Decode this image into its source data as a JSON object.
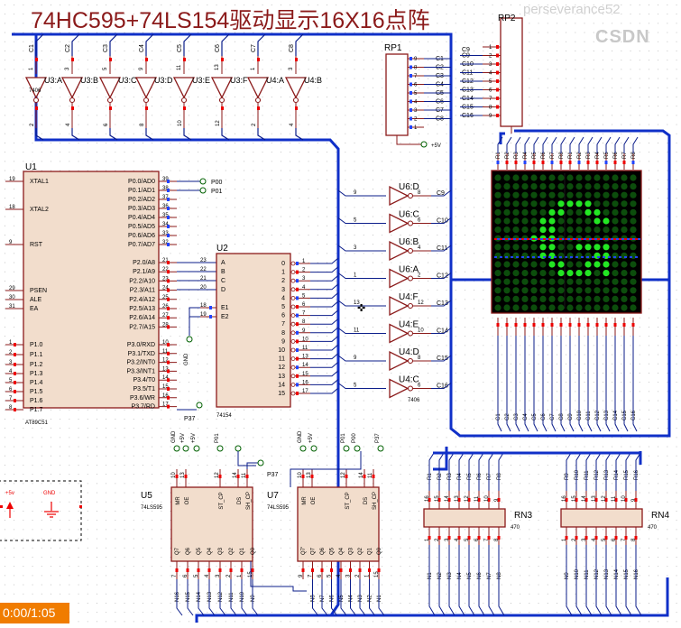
{
  "title": "74HC595+74LS154驱动显示16X16点阵",
  "timer": "0:00/1:05",
  "watermark": {
    "user": "perseverance52",
    "site": "CSDN"
  },
  "colors": {
    "wire": "#0b1d8a",
    "bus": "#1030c8",
    "chip": "#8b1a1a",
    "title": "#8b1a1a",
    "led_on": "#23e623",
    "led_off": "#0c4d0c"
  },
  "u1": {
    "ref": "U1",
    "part": "AT89C51",
    "left_pins": [
      {
        "n": "19",
        "name": "XTAL1"
      },
      {
        "n": "18",
        "name": "XTAL2"
      },
      {
        "n": "9",
        "name": "RST"
      },
      {
        "n": "29",
        "name": "PSEN"
      },
      {
        "n": "30",
        "name": "ALE"
      },
      {
        "n": "31",
        "name": "EA"
      },
      {
        "n": "1",
        "name": "P1.0"
      },
      {
        "n": "2",
        "name": "P1.1"
      },
      {
        "n": "3",
        "name": "P1.2"
      },
      {
        "n": "4",
        "name": "P1.3"
      },
      {
        "n": "5",
        "name": "P1.4"
      },
      {
        "n": "6",
        "name": "P1.5"
      },
      {
        "n": "7",
        "name": "P1.6"
      },
      {
        "n": "8",
        "name": "P1.7"
      }
    ],
    "right_pins": [
      {
        "n": "39",
        "name": "P0.0/AD0"
      },
      {
        "n": "38",
        "name": "P0.1/AD1"
      },
      {
        "n": "37",
        "name": "P0.2/AD2"
      },
      {
        "n": "36",
        "name": "P0.3/AD3"
      },
      {
        "n": "35",
        "name": "P0.4/AD4"
      },
      {
        "n": "34",
        "name": "P0.5/AD5"
      },
      {
        "n": "33",
        "name": "P0.6/AD6"
      },
      {
        "n": "32",
        "name": "P0.7/AD7"
      },
      {
        "n": "21",
        "name": "P2.0/A8"
      },
      {
        "n": "22",
        "name": "P2.1/A9"
      },
      {
        "n": "23",
        "name": "P2.2/A10"
      },
      {
        "n": "24",
        "name": "P2.3/A11"
      },
      {
        "n": "25",
        "name": "P2.4/A12"
      },
      {
        "n": "26",
        "name": "P2.5/A13"
      },
      {
        "n": "27",
        "name": "P2.6/A14"
      },
      {
        "n": "28",
        "name": "P2.7/A15"
      },
      {
        "n": "10",
        "name": "P3.0/RXD"
      },
      {
        "n": "11",
        "name": "P3.1/TXD"
      },
      {
        "n": "12",
        "name": "P3.2/INT0"
      },
      {
        "n": "13",
        "name": "P3.3/INT1"
      },
      {
        "n": "14",
        "name": "P3.4/T0"
      },
      {
        "n": "15",
        "name": "P3.5/T1"
      },
      {
        "n": "16",
        "name": "P3.6/WR"
      },
      {
        "n": "17",
        "name": "P3.7/RD"
      }
    ],
    "p0_labels": [
      "P00",
      "P01"
    ],
    "p37_label": "P37"
  },
  "u2": {
    "ref": "U2",
    "part": "74154",
    "left_pins": [
      {
        "n": "23",
        "name": "A"
      },
      {
        "n": "22",
        "name": "B"
      },
      {
        "n": "21",
        "name": "C"
      },
      {
        "n": "20",
        "name": "D"
      },
      {
        "n": "18",
        "name": "E1"
      },
      {
        "n": "19",
        "name": "E2"
      }
    ],
    "outputs": [
      "0",
      "1",
      "2",
      "3",
      "4",
      "5",
      "6",
      "7",
      "8",
      "9",
      "10",
      "11",
      "12",
      "13",
      "14",
      "15"
    ],
    "output_pins": [
      "1",
      "2",
      "3",
      "4",
      "5",
      "6",
      "7",
      "8",
      "9",
      "10",
      "11",
      "13",
      "14",
      "15",
      "16",
      "17"
    ],
    "gnd_label": "GND"
  },
  "top_inverters": {
    "refs": [
      "U3:A",
      "U3:B",
      "U3:C",
      "U3:D",
      "U3:E",
      "U3:F",
      "U4:A",
      "U4:B"
    ],
    "in_pins": [
      "1",
      "3",
      "5",
      "9",
      "11",
      "13",
      "1",
      "3"
    ],
    "out_pins": [
      "2",
      "4",
      "6",
      "8",
      "10",
      "12",
      "2",
      "4"
    ],
    "nets": [
      "C1",
      "C2",
      "C3",
      "C4",
      "C5",
      "C6",
      "C7",
      "C8"
    ],
    "part": "7406"
  },
  "right_inverters": {
    "refs": [
      "U6:D",
      "U6:C",
      "U6:B",
      "U6:A",
      "U4:F",
      "U4:E",
      "U4:D",
      "U4:C"
    ],
    "in_pins": [
      "9",
      "5",
      "3",
      "1",
      "13",
      "11",
      "9",
      "5"
    ],
    "out_pins": [
      "8",
      "6",
      "4",
      "2",
      "12",
      "10",
      "8",
      "6"
    ],
    "nets": [
      "C9",
      "C10",
      "C11",
      "C12",
      "C13",
      "C14",
      "C15",
      "C16"
    ],
    "part": "7406"
  },
  "rp1": {
    "ref": "RP1",
    "pins": [
      "9",
      "8",
      "7",
      "6",
      "5",
      "4",
      "3",
      "2",
      "1"
    ],
    "nets": [
      "C1",
      "C2",
      "C3",
      "C4",
      "C5",
      "C6",
      "C7",
      "C8"
    ],
    "vcc": "+5V"
  },
  "rp2": {
    "ref": "RP2",
    "pins": [
      "1",
      "2",
      "3",
      "4",
      "5",
      "6",
      "7",
      "8",
      "9"
    ],
    "nets": [
      "C9",
      "C10",
      "C11",
      "C12",
      "C13",
      "C14",
      "C15",
      "C16"
    ]
  },
  "matrix": {
    "top_labels": [
      "R1",
      "R2",
      "R3",
      "R4",
      "R5",
      "R6",
      "R7",
      "R8",
      "R1",
      "R2",
      "R3",
      "R4",
      "R5",
      "R6",
      "R7",
      "R8"
    ],
    "bottom_labels": [
      "C1",
      "C2",
      "C3",
      "C4",
      "C5",
      "C6",
      "C7",
      "C8",
      "C9",
      "C10",
      "C11",
      "C12",
      "C13",
      "C14",
      "C15",
      "C16"
    ],
    "rows": [
      "0000000000000000",
      "0000000000000000",
      "0000000000000000",
      "0000000111100000",
      "0000001100110000",
      "0000011000011000",
      "0000011000000000",
      "0000111000000000",
      "0000011001111000",
      "0000011000011000",
      "0000001100111000",
      "0000000111101000",
      "0000000000000000",
      "0000000000000000",
      "0000000000000000",
      "0000000000000000"
    ]
  },
  "u5": {
    "ref": "U5",
    "part": "74LS595",
    "top_pins": [
      {
        "n": "10",
        "name": "MR"
      },
      {
        "n": "13",
        "name": "OE"
      },
      {
        "n": "12",
        "name": "ST_CP"
      },
      {
        "n": "14",
        "name": "DS"
      },
      {
        "n": "11",
        "name": "SH_CP"
      }
    ],
    "top_nets": [
      "GND",
      "+5V",
      "P01",
      "P37"
    ],
    "bottom_pins": [
      "7",
      "6",
      "5",
      "4",
      "3",
      "2",
      "1",
      "15"
    ],
    "outputs": [
      "Q7",
      "Q6",
      "Q5",
      "Q4",
      "Q3",
      "Q2",
      "Q1",
      "Q0"
    ],
    "nets": [
      "N16",
      "N15",
      "N14",
      "N13",
      "N12",
      "N11",
      "N10",
      "N9"
    ]
  },
  "u7": {
    "ref": "U7",
    "part": "74LS595",
    "top_pins": [
      {
        "n": "10",
        "name": "MR"
      },
      {
        "n": "13",
        "name": "OE"
      },
      {
        "n": "12",
        "name": "ST_CP"
      },
      {
        "n": "14",
        "name": "DS"
      },
      {
        "n": "11",
        "name": "SH_CP"
      }
    ],
    "top_nets": [
      "GND",
      "+5V",
      "P01",
      "P00",
      "P37"
    ],
    "bottom_pins": [
      "9",
      "7",
      "6",
      "5",
      "4",
      "3",
      "2",
      "1",
      "15"
    ],
    "outputs": [
      "Q7'",
      "Q7",
      "Q6",
      "Q5",
      "Q4",
      "Q3",
      "Q2",
      "Q1",
      "Q0"
    ],
    "nets": [
      "N8",
      "N7",
      "N6",
      "N5",
      "N4",
      "N3",
      "N2",
      "N1"
    ]
  },
  "rn3": {
    "ref": "RN3",
    "value": "470",
    "pins": [
      "16",
      "15",
      "14",
      "13",
      "12",
      "11",
      "10",
      "9"
    ],
    "top": [
      "R1",
      "R2",
      "R3",
      "R4",
      "R5",
      "R6",
      "R7",
      "R8"
    ],
    "bottom": [
      "N1",
      "N2",
      "N3",
      "N4",
      "N5",
      "N6",
      "N7",
      "N8"
    ]
  },
  "rn4": {
    "ref": "RN4",
    "value": "470",
    "pins": [
      "16",
      "15",
      "14",
      "13",
      "12",
      "11",
      "10",
      "9"
    ],
    "top": [
      "R9",
      "R10",
      "R11",
      "R12",
      "R13",
      "R14",
      "R15",
      "R16"
    ],
    "bottom": [
      "N9",
      "N10",
      "N11",
      "N12",
      "N13",
      "N14",
      "N15",
      "N16"
    ]
  },
  "power": {
    "vcc": "+5v",
    "gnd": "GND"
  }
}
